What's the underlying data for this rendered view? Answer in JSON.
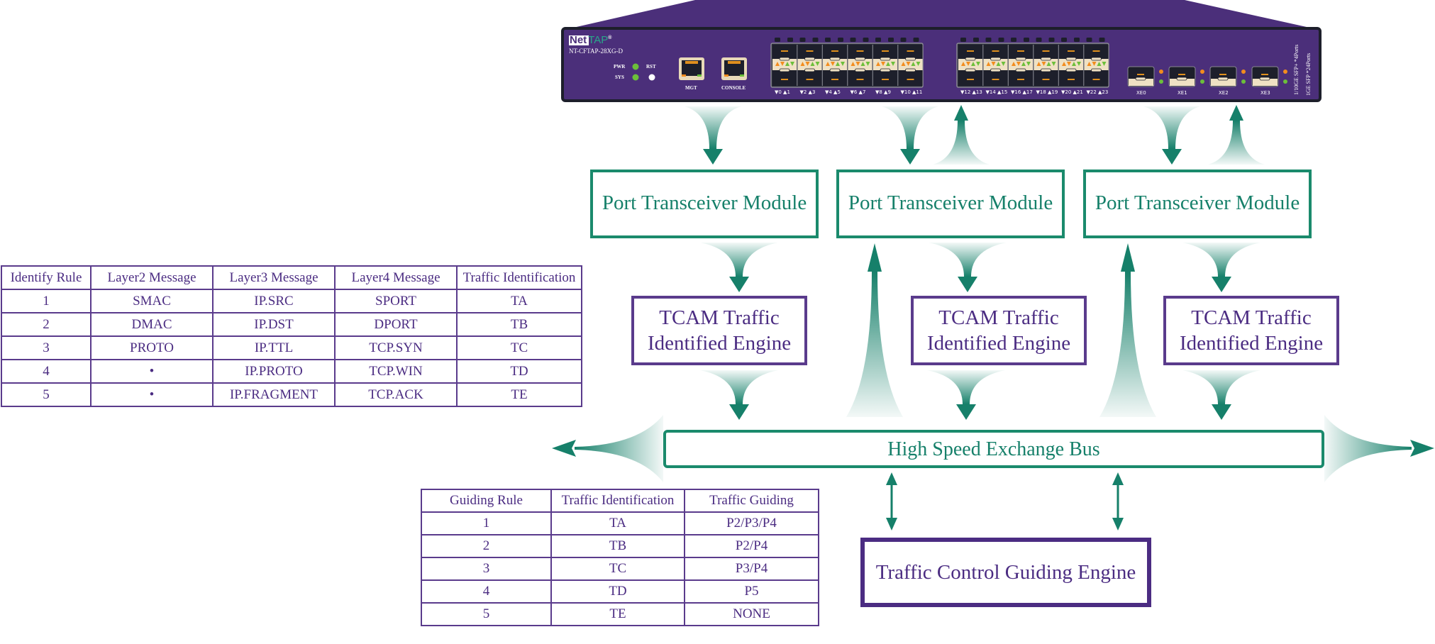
{
  "device": {
    "brand_net": "Net",
    "brand_tap": "TAP",
    "brand_mark": "®",
    "model": "NT-CFTAP-28XG-D",
    "leds": {
      "pwr": "PWR",
      "sys": "SYS",
      "rst": "RST"
    },
    "rj45_ports": [
      "MGT",
      "CONSOLE"
    ],
    "sfp_group1_labels": [
      "▼0 ▲1",
      "▼2 ▲3",
      "▼4 ▲5",
      "▼6 ▲7",
      "▼8 ▲9",
      "▼10 ▲11"
    ],
    "sfp_group2_labels": [
      "▼12 ▲13",
      "▼14 ▲15",
      "▼16 ▲17",
      "▼18 ▲19",
      "▼20 ▲21",
      "▼22 ▲23"
    ],
    "xe_ports": [
      "XE0",
      "XE1",
      "XE2",
      "XE3"
    ],
    "side_label_1": "1/10GE SFP+ *4Ports",
    "side_label_2": "1GE SFP *24Ports",
    "colors": {
      "chassis": "#4b2f7a",
      "led_green": "#6cbf3a",
      "led_orange": "#f28c1e",
      "port_dark": "#1d1f2b",
      "port_band": "#efe1c4"
    }
  },
  "diagram": {
    "port_modules": [
      "Port Transceiver Module",
      "Port Transceiver Module",
      "Port Transceiver Module"
    ],
    "tcam_engines": [
      "TCAM Traffic\nIdentified Engine",
      "TCAM Traffic\nIdentified Engine",
      "TCAM Traffic\nIdentified Engine"
    ],
    "bus_label": "High Speed Exchange Bus",
    "guiding_engine_label": "Traffic Control Guiding Engine",
    "colors": {
      "green": "#16806a",
      "purple": "#4b2c82"
    }
  },
  "identify_table": {
    "headers": [
      "Identify Rule",
      "Layer2 Message",
      "Layer3 Message",
      "Layer4 Message",
      "Traffic Identification"
    ],
    "rows": [
      [
        "1",
        "SMAC",
        "IP.SRC",
        "SPORT",
        "TA"
      ],
      [
        "2",
        "DMAC",
        "IP.DST",
        "DPORT",
        "TB"
      ],
      [
        "3",
        "PROTO",
        "IP.TTL",
        "TCP.SYN",
        "TC"
      ],
      [
        "4",
        "•",
        "IP.PROTO",
        "TCP.WIN",
        "TD"
      ],
      [
        "5",
        "•",
        "IP.FRAGMENT",
        "TCP.ACK",
        "TE"
      ]
    ]
  },
  "guiding_table": {
    "headers": [
      "Guiding Rule",
      "Traffic Identification",
      "Traffic Guiding"
    ],
    "rows": [
      [
        "1",
        "TA",
        "P2/P3/P4"
      ],
      [
        "2",
        "TB",
        "P2/P4"
      ],
      [
        "3",
        "TC",
        "P3/P4"
      ],
      [
        "4",
        "TD",
        "P5"
      ],
      [
        "5",
        "TE",
        "NONE"
      ]
    ]
  }
}
